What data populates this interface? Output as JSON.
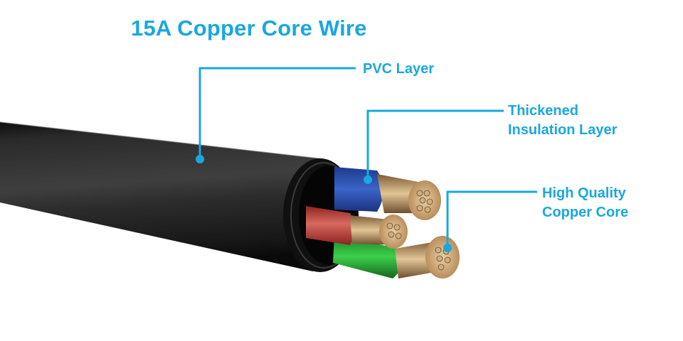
{
  "title": "15A Copper Core Wire",
  "accent_color": "#1aa7df",
  "callouts": [
    {
      "id": "pvc",
      "lines": [
        "PVC Layer"
      ]
    },
    {
      "id": "insulation",
      "lines": [
        "Thickened",
        "Insulation Layer"
      ]
    },
    {
      "id": "copper",
      "lines": [
        "High Quality",
        "Copper Core"
      ]
    }
  ],
  "wire_colors": {
    "jacket": "#1c1c1c",
    "blue": "#2a52b8",
    "red": "#c8423a",
    "green": "#2fb43c",
    "copper": "#d8b58a"
  }
}
